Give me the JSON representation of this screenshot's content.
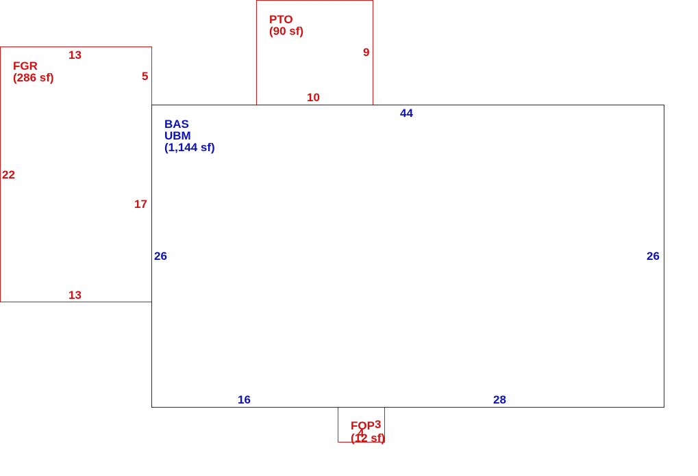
{
  "colors": {
    "bas": "#1414d8",
    "addition": "#d81818"
  },
  "areas": {
    "bas": {
      "code1": "BAS",
      "code2": "UBM",
      "area": "(1,144 sf)"
    },
    "fgr": {
      "code": "FGR",
      "area": "(286 sf)"
    },
    "pto": {
      "code": "PTO",
      "area": "(90 sf)"
    },
    "fop": {
      "code": "FOP",
      "area": "(12 sf)"
    }
  },
  "dimensions": {
    "bas_top": "44",
    "bas_left": "26",
    "bas_right": "26",
    "bas_bottom_left": "16",
    "bas_bottom_right": "28",
    "fgr_top": "13",
    "fgr_bottom": "13",
    "fgr_left": "22",
    "fgr_right_upper": "5",
    "fgr_right_lower": "17",
    "pto_right": "9",
    "pto_bottom": "10",
    "fop_right": "3",
    "fop_bottom": "4"
  }
}
